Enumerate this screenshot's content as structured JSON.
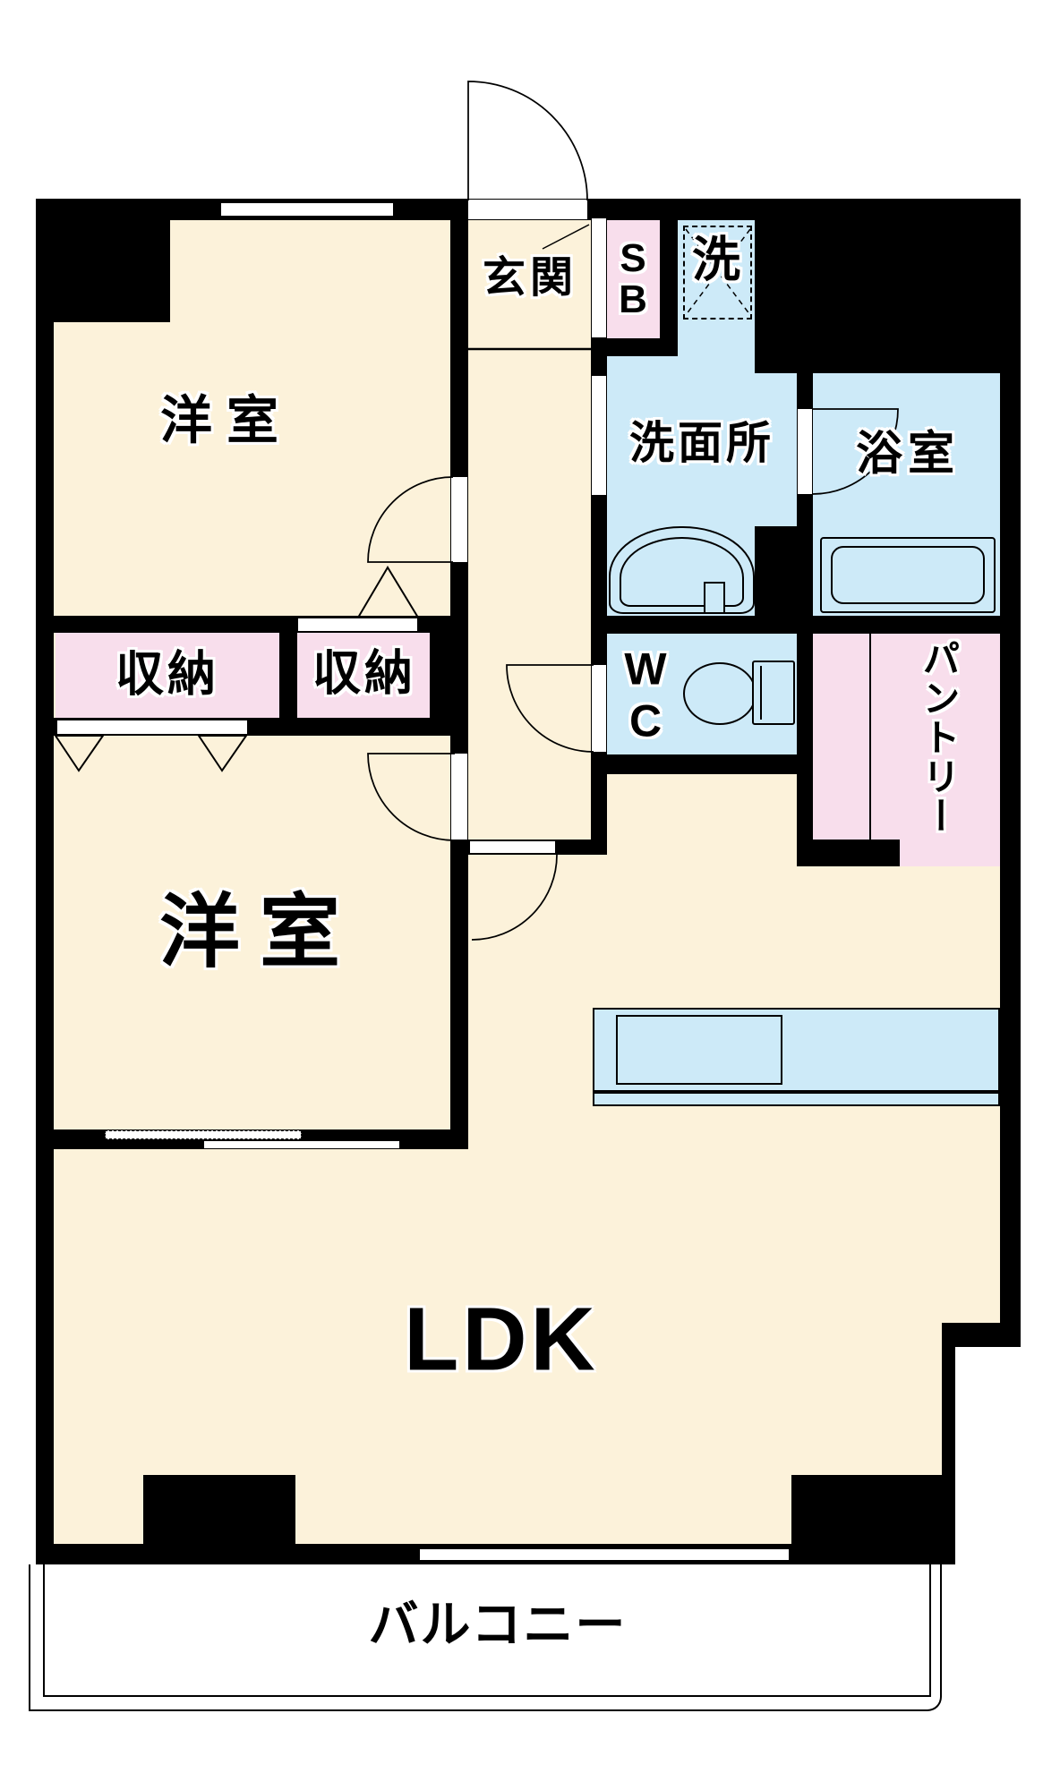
{
  "plan": {
    "rooms": {
      "bedroom1": "洋室",
      "bedroom2": "洋室",
      "ldk": "LDK",
      "balcony": "バルコニー",
      "entrance": "玄関",
      "washroom": "洗面所",
      "bathroom": "浴室",
      "laundry": "洗",
      "pantry": "パントリー",
      "closet1": "収納",
      "closet2": "収納",
      "wc_line1": "W",
      "wc_line2": "C",
      "sb_line1": "S",
      "sb_line2": "B"
    }
  },
  "colors": {
    "room_fill": "#FCF2DA",
    "wet_fill": "#CDEAF8",
    "storage_fill": "#F8DEEC",
    "wall": "#000000",
    "background": "#FFFFFF"
  }
}
